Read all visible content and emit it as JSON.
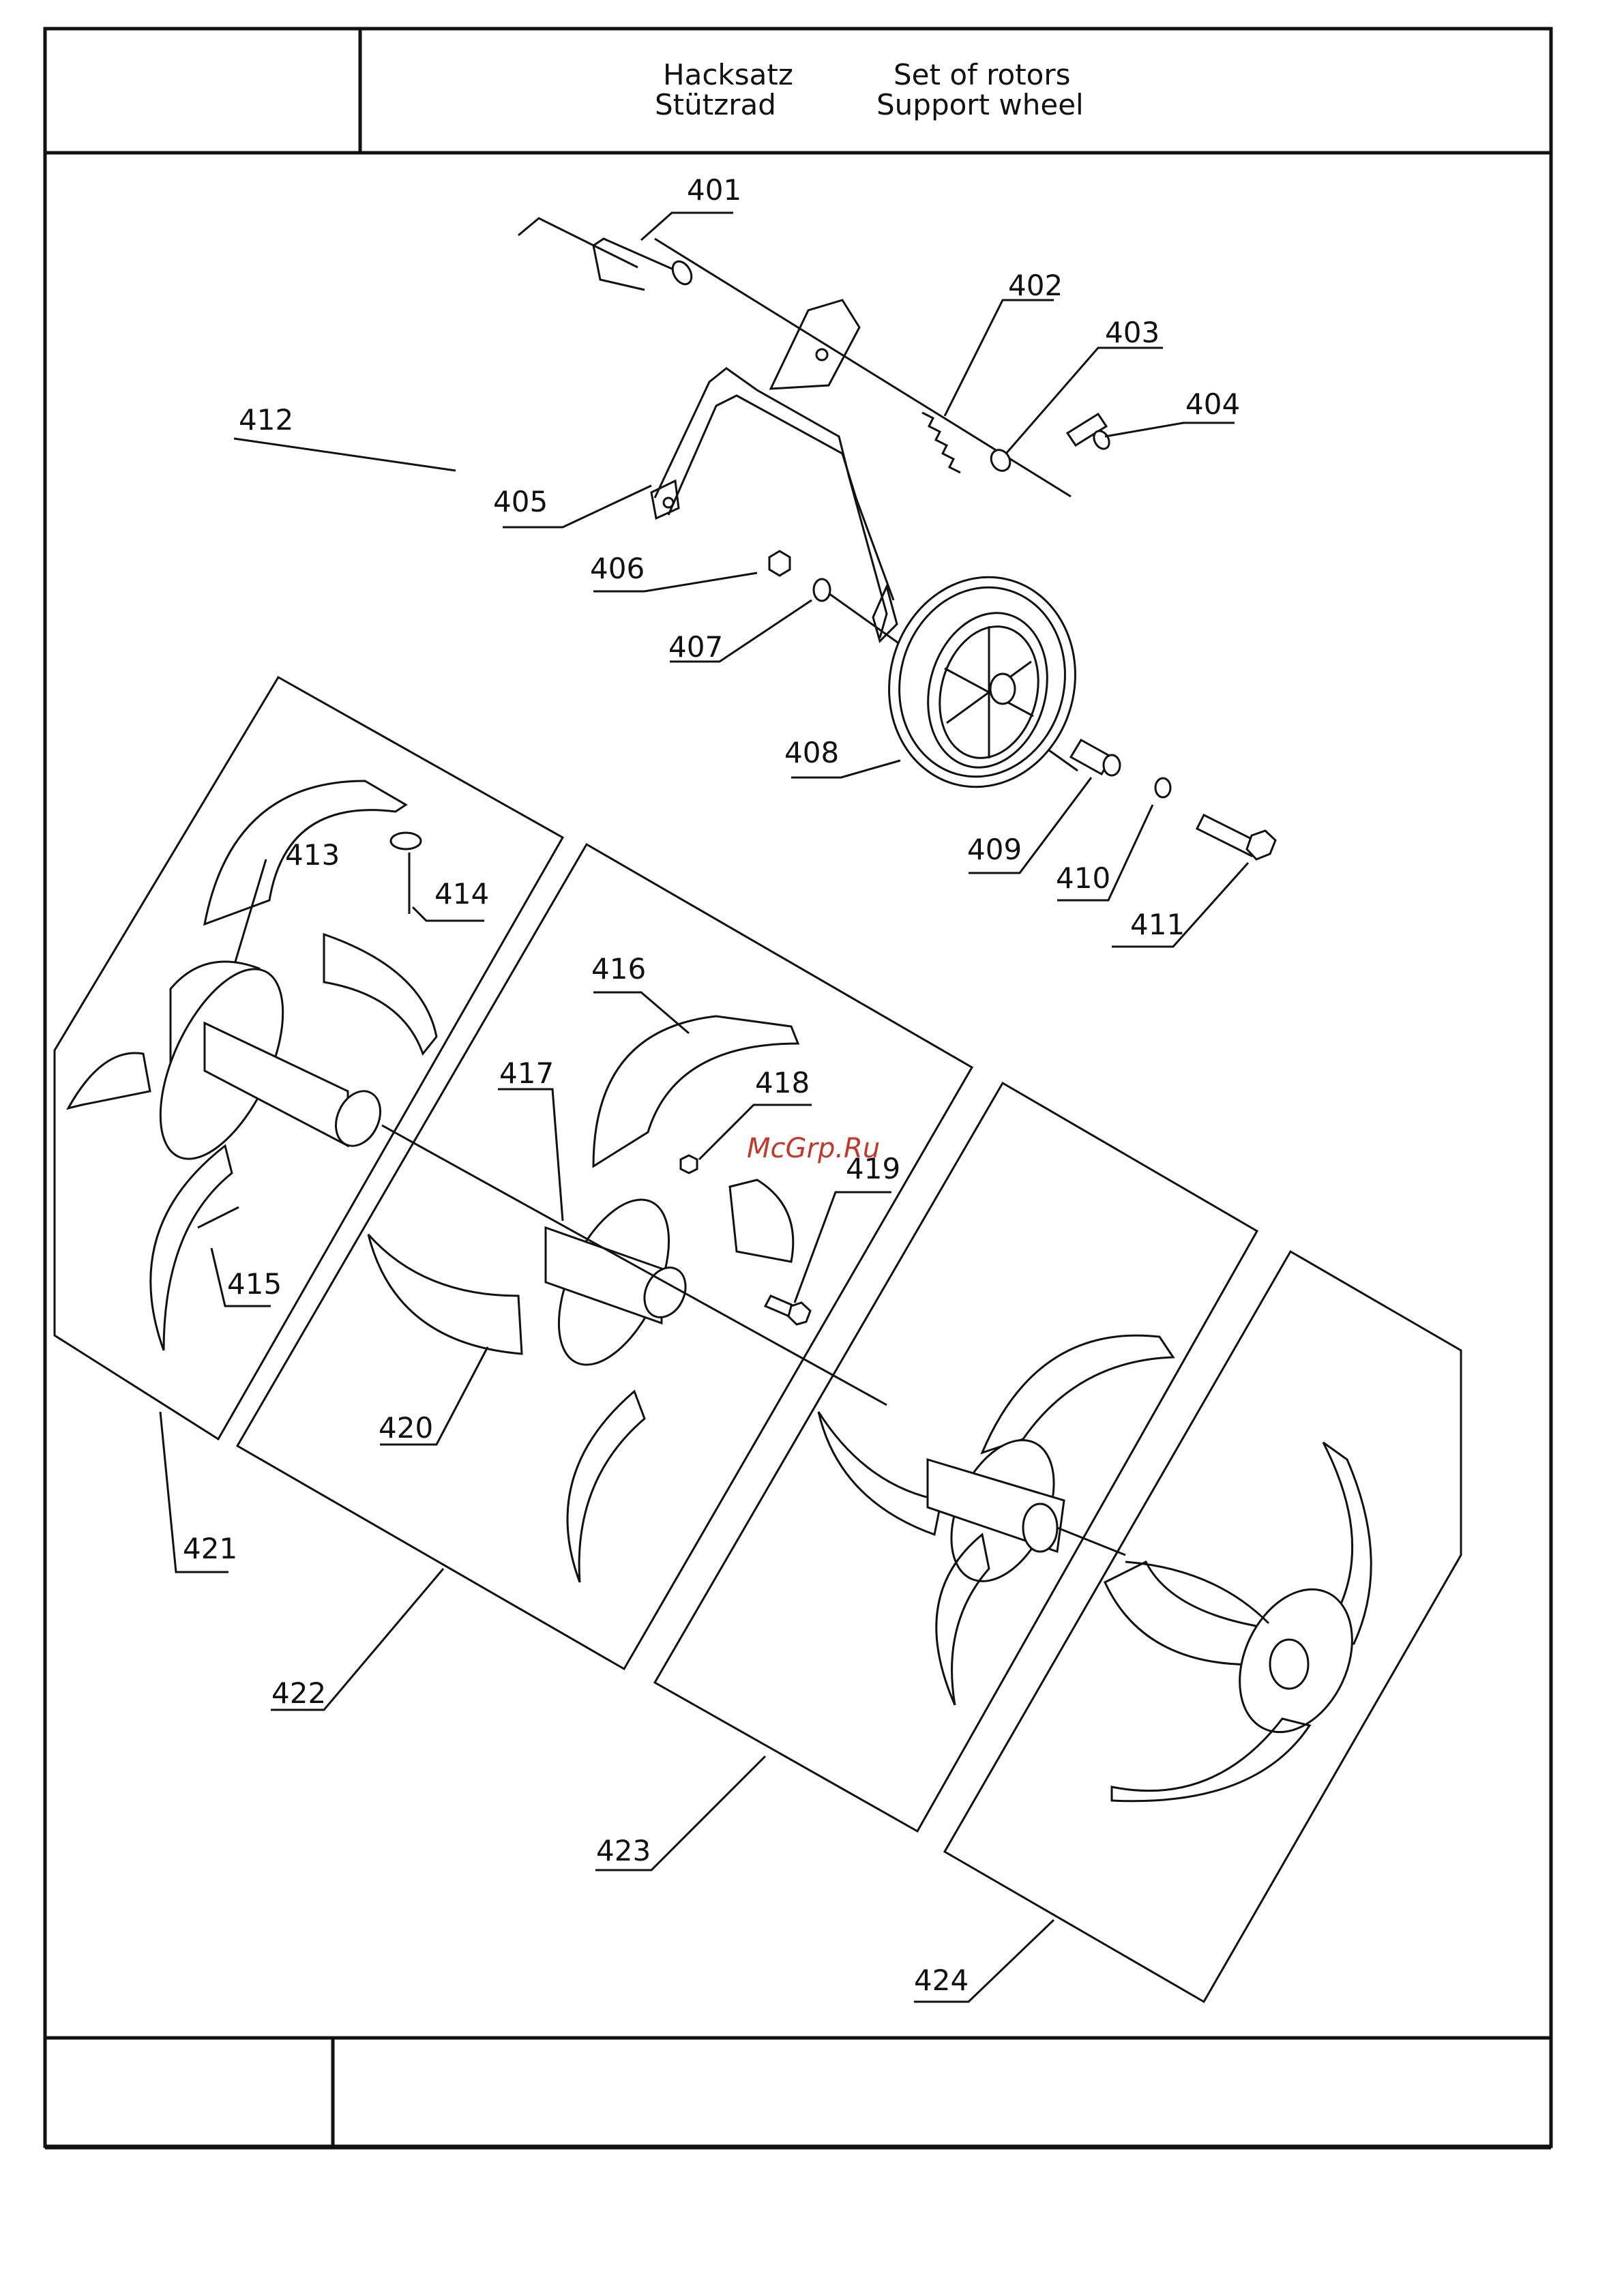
{
  "header": {
    "de_line1": "Hacksatz",
    "de_line2": "Stützrad",
    "en_line1": "Set  of  rotors",
    "en_line2": "Support  wheel"
  },
  "watermark": "McGrp.Ru",
  "labels": {
    "p401": "401",
    "p402": "402",
    "p403": "403",
    "p404": "404",
    "p405": "405",
    "p406": "406",
    "p407": "407",
    "p408": "408",
    "p409": "409",
    "p410": "410",
    "p411": "411",
    "p412": "412",
    "p413": "413",
    "p414": "414",
    "p415": "415",
    "p416": "416",
    "p417": "417",
    "p418": "418",
    "p419": "419",
    "p420": "420",
    "p421": "421",
    "p422": "422",
    "p423": "423",
    "p424": "424"
  }
}
